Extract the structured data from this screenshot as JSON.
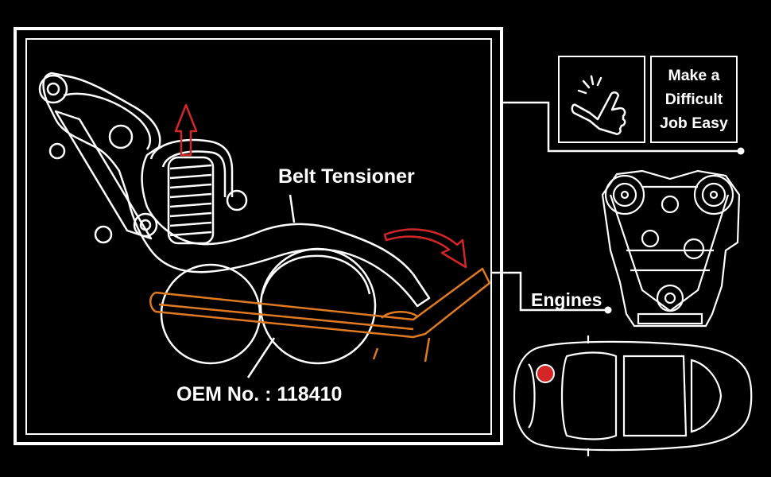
{
  "labels": {
    "belt_tensioner": "Belt Tensioner",
    "oem_number": "OEM No. : 118410",
    "engines": "Engines"
  },
  "tagline": {
    "line1": "Make a",
    "line2": "Difficult",
    "line3": "Job Easy"
  },
  "icons": [
    "tap-hand-icon",
    "engine-icon",
    "car-icon",
    "spring-tensioner-icon",
    "wrench-tool-icon",
    "rotate-arrow-icon",
    "up-arrow-icon"
  ],
  "colors": {
    "background": "#000000",
    "lines": "#ffffff",
    "tool": "#e07a22",
    "arrows": "#d32626"
  }
}
